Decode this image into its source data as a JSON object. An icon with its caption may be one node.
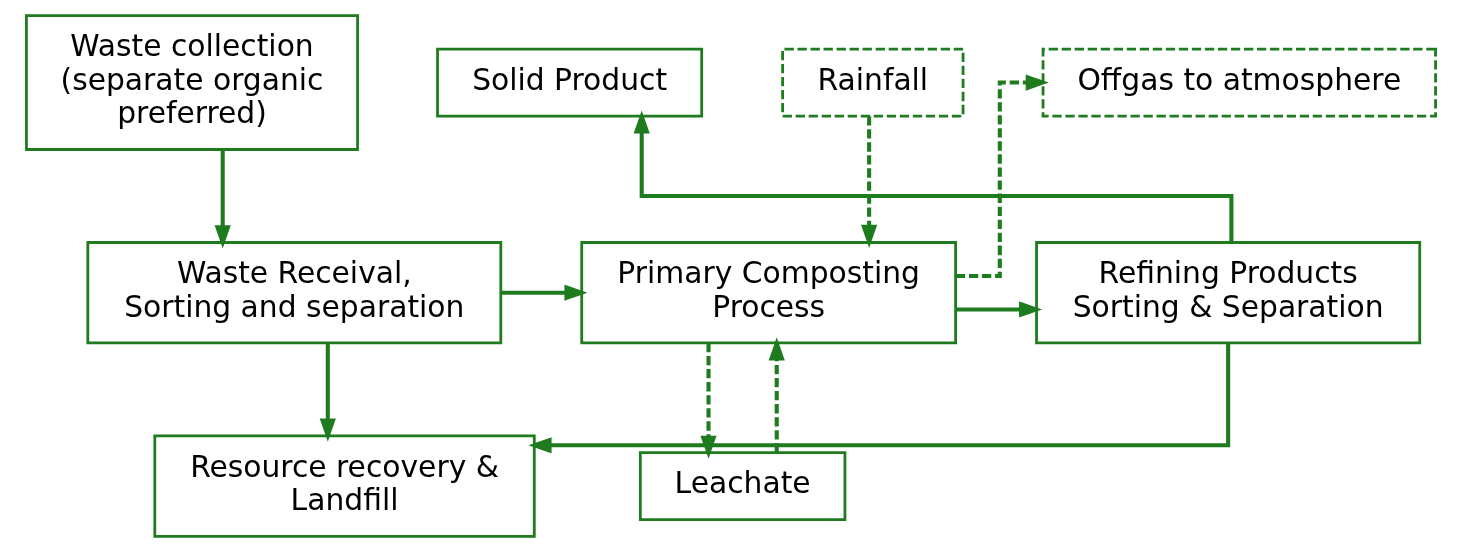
{
  "diagram": {
    "nodes": [
      {
        "text": [
          "Waste collection (separate organic preferred)"
        ]
      },
      {
        "text": [
          "Offgas to atmosphere"
        ]
      },
      {
        "text": [
          "Rainfall"
        ]
      },
      {
        "text": [
          "Solid Product"
        ]
      },
      {
        "text": [
          "Waste Receival, Sorting and separation"
        ]
      },
      {
        "text": [
          "Primary Composting Process"
        ]
      },
      {
        "text": [
          "Refining Products Sorting & Separation"
        ]
      },
      {
        "text": [
          "Leachate"
        ]
      },
      {
        "text": [
          "Resource recovery & Landfill"
        ]
      }
    ],
    "edges": [
      {
        "from": 0,
        "to": 4,
        "arrow": "to"
      },
      {
        "from": 4,
        "to": 5,
        "arrow": "to"
      },
      {
        "from": 5,
        "to": 1,
        "arrow": "to",
        "style": "dashed"
      },
      {
        "from": 2,
        "to": 5,
        "arrow": "to",
        "style": "dashed"
      },
      {
        "from": 5,
        "to": 6,
        "arrow": "to"
      },
      {
        "from": 6,
        "to": 3,
        "arrow": "to"
      },
      {
        "from": 4,
        "to": 8,
        "arrow": "to"
      },
      {
        "from": 5,
        "to": 7,
        "arrow": "to",
        "style": "dashed"
      },
      {
        "from": 7,
        "to": 5,
        "arrow": "to",
        "style": "dashed"
      },
      {
        "from": 6,
        "to": 8,
        "arrow": "to"
      }
    ]
  }
}
